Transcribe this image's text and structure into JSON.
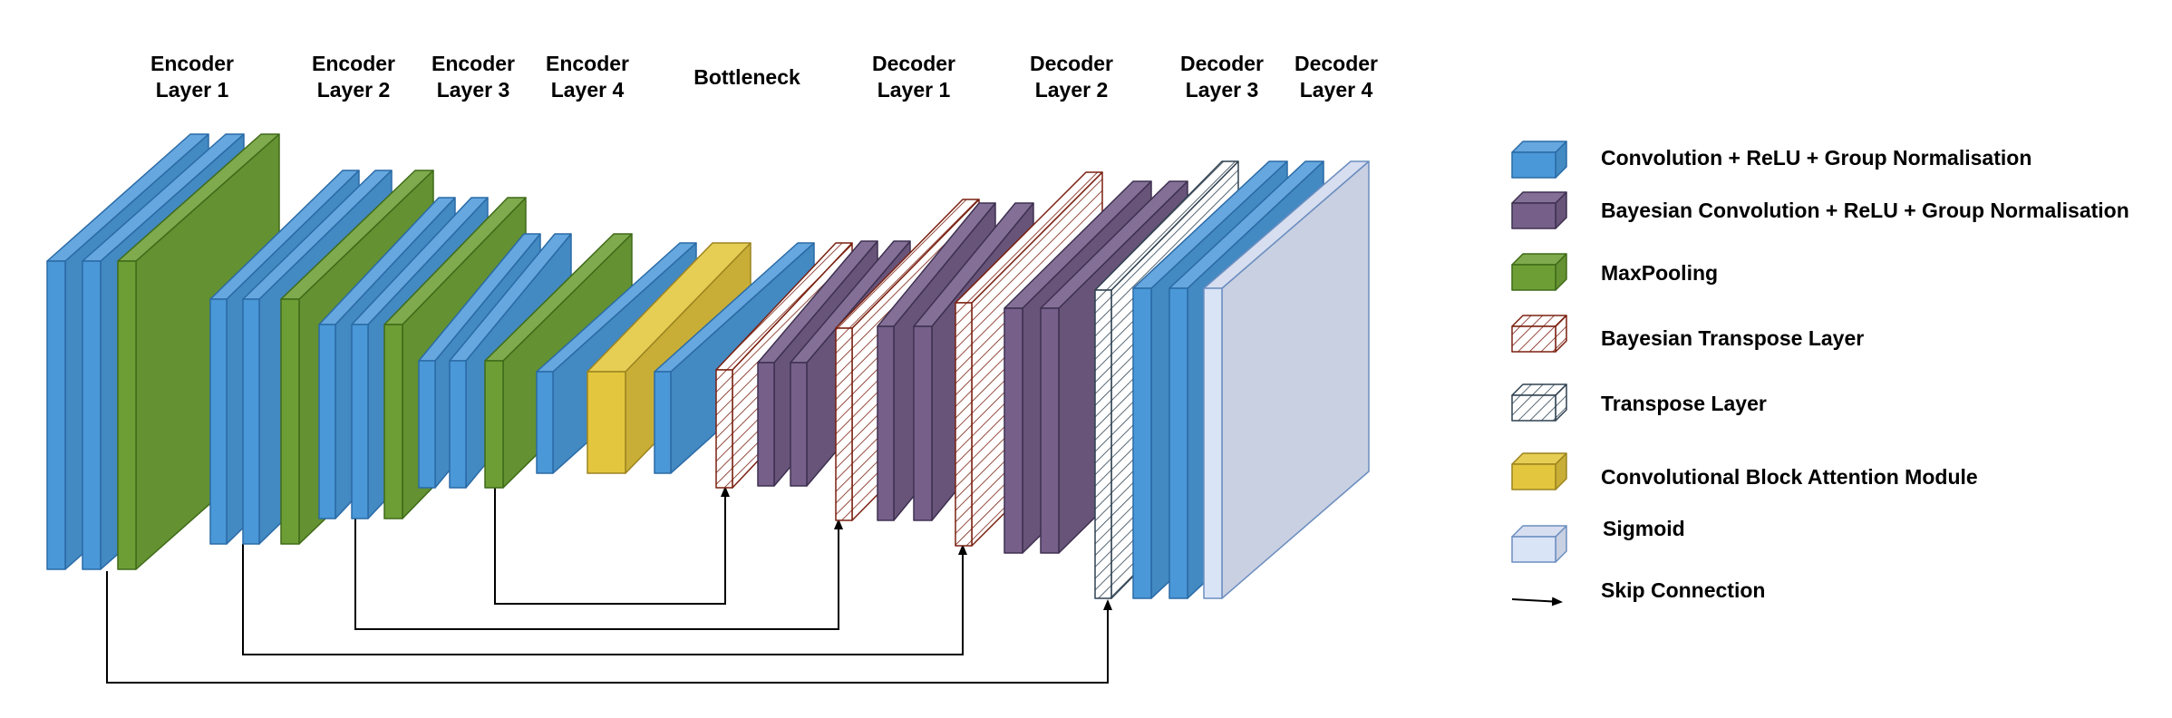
{
  "stage_labels": [
    {
      "line1": "Encoder",
      "line2": "Layer 1"
    },
    {
      "line1": "Encoder",
      "line2": "Layer 2"
    },
    {
      "line1": "Encoder",
      "line2": "Layer 3"
    },
    {
      "line1": "Encoder",
      "line2": "Layer 4"
    },
    {
      "line1": "Bottleneck",
      "line2": ""
    },
    {
      "line1": "Decoder",
      "line2": "Layer 1"
    },
    {
      "line1": "Decoder",
      "line2": "Layer 2"
    },
    {
      "line1": "Decoder",
      "line2": "Layer 3"
    },
    {
      "line1": "Decoder",
      "line2": "Layer 4"
    }
  ],
  "legend": [
    {
      "label": "Convolution + ReLU + Group Normalisation",
      "kind": "conv"
    },
    {
      "label": "Bayesian Convolution + ReLU + Group Normalisation",
      "kind": "bconv"
    },
    {
      "label": "MaxPooling",
      "kind": "pool"
    },
    {
      "label": "Bayesian Transpose Layer",
      "kind": "btrans"
    },
    {
      "label": "Transpose Layer",
      "kind": "trans"
    },
    {
      "label": "Convolutional Block Attention Module",
      "kind": "cbam"
    },
    {
      "label": "Sigmoid",
      "kind": "sigmoid"
    },
    {
      "label": "Skip Connection",
      "kind": "skip"
    }
  ],
  "colors": {
    "conv": "#4a98d8",
    "bconv": "#76608a",
    "pool": "#6d9e35",
    "cbam": "#e3c63d",
    "sigmoid": "#dae4f7",
    "btrans_stroke": "#7a2010",
    "trans_stroke": "#2f4150",
    "line": "#000000"
  }
}
